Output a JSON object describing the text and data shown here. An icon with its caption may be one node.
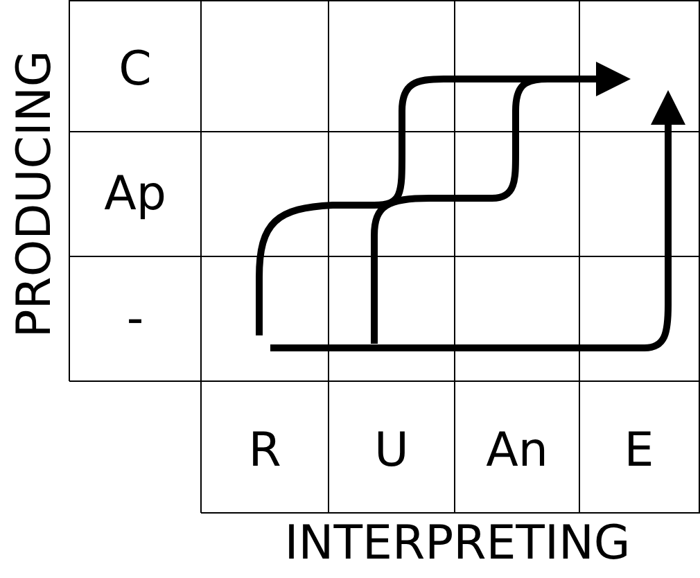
{
  "diagram": {
    "labels": [
      "PRODUCING",
      "C",
      "Ap",
      "-",
      "R",
      "U",
      "An",
      "E",
      "INTERPRETING"
    ]
  }
}
